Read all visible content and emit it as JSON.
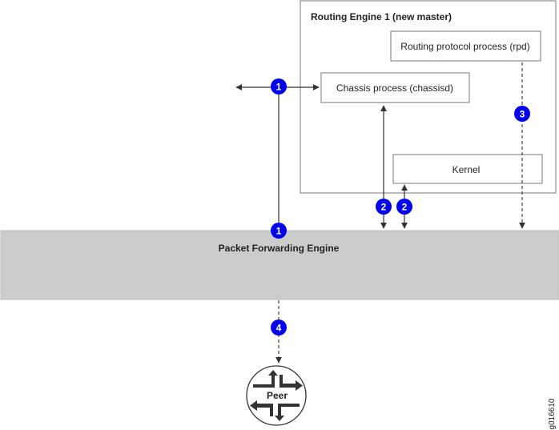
{
  "routing_engine": {
    "title": "Routing Engine 1 (new master)"
  },
  "processes": {
    "rpd": "Routing protocol process (rpd)",
    "chassisd": "Chassis process (chassisd)",
    "kernel": "Kernel"
  },
  "pfe": {
    "label": "Packet Forwarding Engine"
  },
  "peer": {
    "label": "Peer"
  },
  "steps": {
    "chassis_left": "1",
    "pfe_top": "1",
    "chassis_down": "2",
    "kernel_down": "2",
    "rpd_down": "3",
    "peer_link": "4"
  },
  "figure_id": "g016610",
  "colors": {
    "badge": "#0000ee",
    "pfe_fill": "#cccccc",
    "line": "#333333",
    "box_border": "#777777"
  }
}
